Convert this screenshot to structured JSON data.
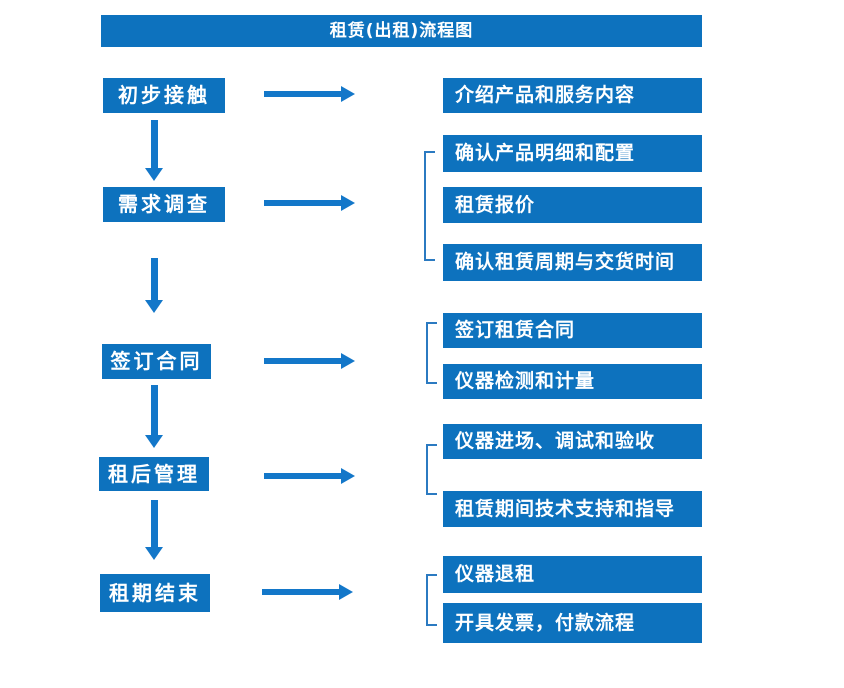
{
  "title": "租赁(出租)流程图",
  "colors": {
    "box_blue": "#0d72be",
    "arrow_blue": "#1377c9",
    "bracket_blue": "#2b7ac1",
    "text_white": "#ffffff",
    "background": "#ffffff"
  },
  "stages": [
    {
      "label": "初步接触",
      "details": [
        "介绍产品和服务内容"
      ]
    },
    {
      "label": "需求调查",
      "details": [
        "确认产品明细和配置",
        "租赁报价",
        "确认租赁周期与交货时间"
      ]
    },
    {
      "label": "签订合同",
      "details": [
        "签订租赁合同",
        "仪器检测和计量"
      ]
    },
    {
      "label": "租后管理",
      "details": [
        "仪器进场、调试和验收",
        "租赁期间技术支持和指导"
      ]
    },
    {
      "label": "租期结束",
      "details": [
        "仪器退租",
        "开具发票，付款流程"
      ]
    }
  ]
}
